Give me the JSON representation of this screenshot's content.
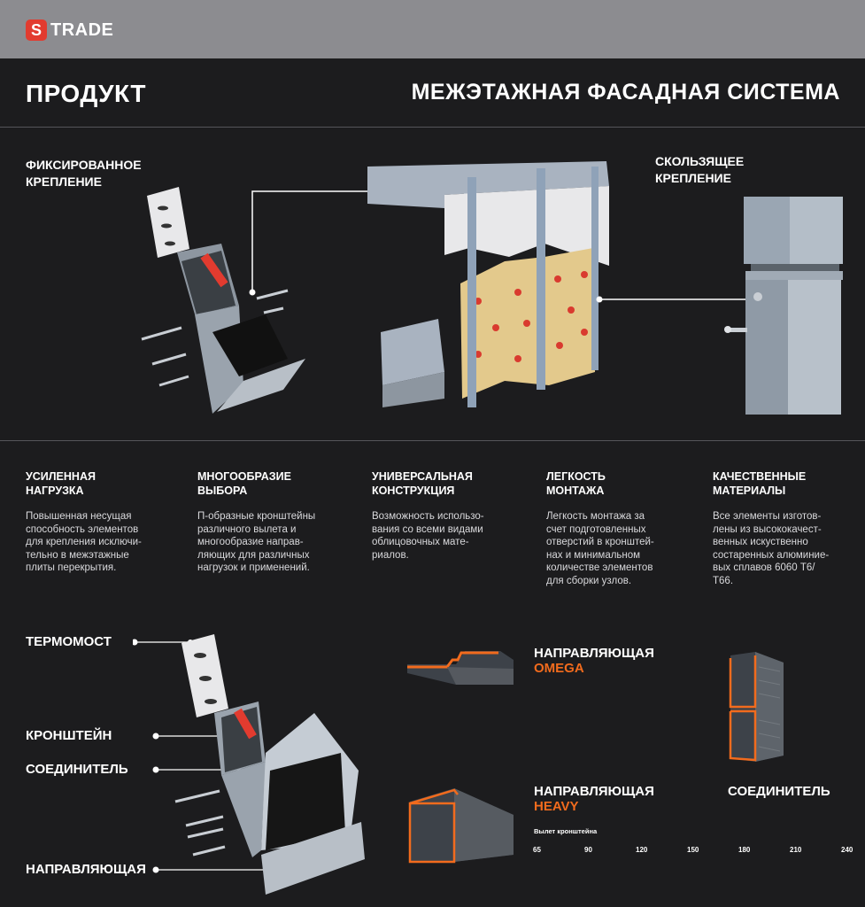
{
  "brand": {
    "logo_letter": "S",
    "logo_text": "TRADE",
    "accent": "#e23b2f"
  },
  "header": {
    "left_title": "ПРОДУКТ",
    "right_title": "МЕЖЭТАЖНАЯ ФАСАДНАЯ СИСТЕМА"
  },
  "top_section": {
    "fixed_label_1": "ФИКСИРОВАННОЕ",
    "fixed_label_2": "КРЕПЛЕНИЕ",
    "sliding_label_1": "СКОЛЬЗЯЩЕЕ",
    "sliding_label_2": "КРЕПЛЕНИЕ"
  },
  "features": [
    {
      "title_1": "УСИЛЕННАЯ",
      "title_2": "НАГРУЗКА",
      "lines": [
        "Повышенная несущая",
        "способность элементов",
        "для крепления исключи-",
        "тельно в межэтажные",
        "плиты перекрытия."
      ]
    },
    {
      "title_1": "МНОГООБРАЗИЕ",
      "title_2": "ВЫБОРА",
      "lines": [
        "П-образные кронштейны",
        "различного вылета и",
        "многообразие направ-",
        "ляющих для различных",
        "нагрузок и применений."
      ]
    },
    {
      "title_1": "УНИВЕРСАЛЬНАЯ",
      "title_2": "КОНСТРУКЦИЯ",
      "lines": [
        "Возможность использо-",
        "вания со всеми видами",
        "облицовочных мате-",
        "риалов."
      ]
    },
    {
      "title_1": "ЛЕГКОСТЬ",
      "title_2": "МОНТАЖА",
      "lines": [
        "Легкость монтажа за",
        "счет подготовленных",
        "отверстий в кронштей-",
        "нах и минимальном",
        "количестве элементов",
        "для сборки узлов."
      ]
    },
    {
      "title_1": "КАЧЕСТВЕННЫЕ",
      "title_2": "МАТЕРИАЛЫ",
      "lines": [
        "Все элементы изготов-",
        "лены из высококачест-",
        "венных искуственно",
        "состаренных алюминие-",
        "вых сплавов 6060 Т6/",
        "Т66."
      ]
    }
  ],
  "parts": {
    "thermobridge": "ТЕРМОМОСТ",
    "bracket": "КРОНШТЕЙН",
    "connector": "СОЕДИНИТЕЛЬ",
    "guide": "НАПРАВЛЯЮЩАЯ"
  },
  "products": {
    "omega_line1": "НАПРАВЛЯЮЩАЯ",
    "omega_line2": "OMEGA",
    "heavy_line1": "НАПРАВЛЯЮЩАЯ",
    "heavy_line2": "HEAVY",
    "connector_title": "СОЕДИНИТЕЛЬ",
    "offset_label": "Вылет кронштейна",
    "offsets": [
      "65",
      "90",
      "120",
      "150",
      "180",
      "210",
      "240"
    ]
  },
  "colors": {
    "orange": "#f26b1d",
    "background": "#1c1c1e",
    "topbar": "#8c8c90"
  }
}
